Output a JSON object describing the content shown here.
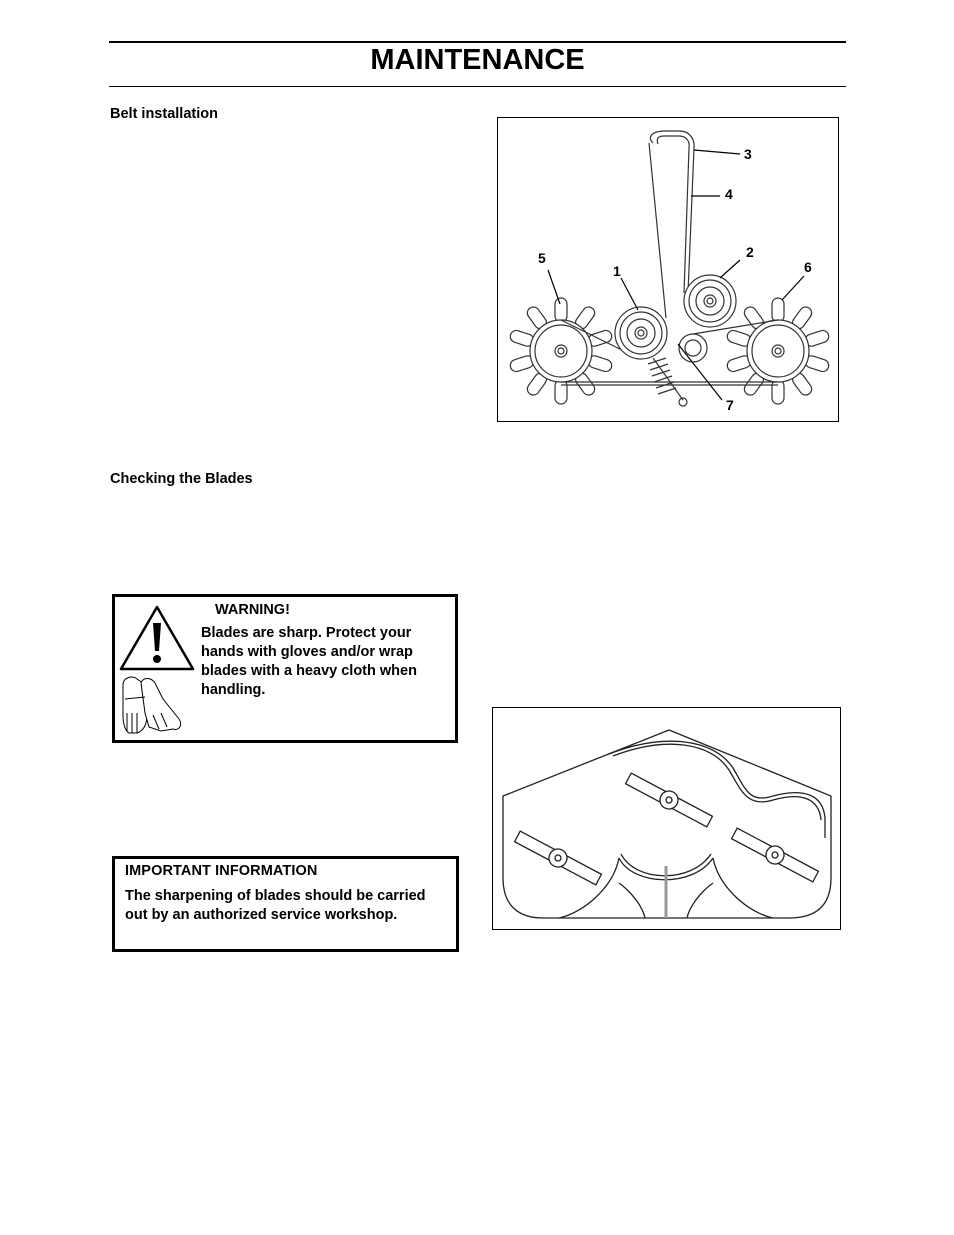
{
  "header": {
    "title": "MAINTENANCE"
  },
  "belt_installation": {
    "heading": "Belt installation",
    "figure": {
      "callouts": [
        "1",
        "2",
        "3",
        "4",
        "5",
        "6",
        "7"
      ]
    }
  },
  "checking_blades": {
    "heading": "Checking the Blades",
    "warning": {
      "title": "WARNING!",
      "text": "Blades are sharp. Protect your hands with gloves and/or wrap blades with a heavy cloth when handling.",
      "icons": [
        "warning-triangle-icon",
        "gloves-icon"
      ]
    },
    "important": {
      "title": "IMPORTANT INFORMATION",
      "text": "The sharpening of blades should be carried out by an authorized service workshop."
    }
  }
}
